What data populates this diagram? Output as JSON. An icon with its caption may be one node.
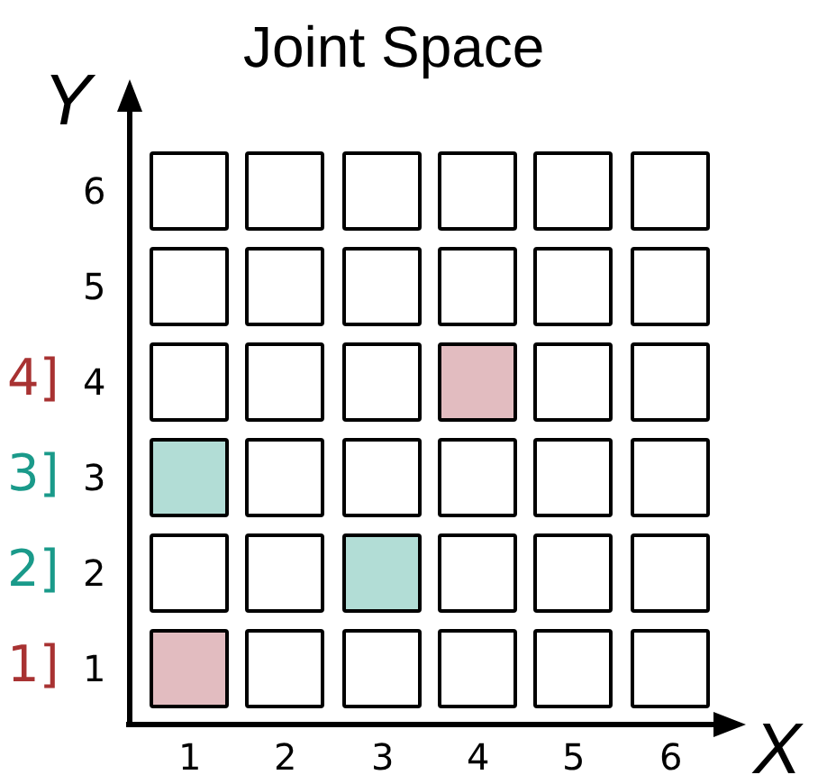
{
  "diagram": {
    "title": "Joint Space",
    "labels": [
      "Y",
      "6",
      "5",
      "4]",
      "4",
      "3]",
      "3",
      "2]",
      "2",
      "1]",
      "1",
      "1",
      "2",
      "3",
      "4",
      "5",
      "6",
      "X"
    ]
  }
}
